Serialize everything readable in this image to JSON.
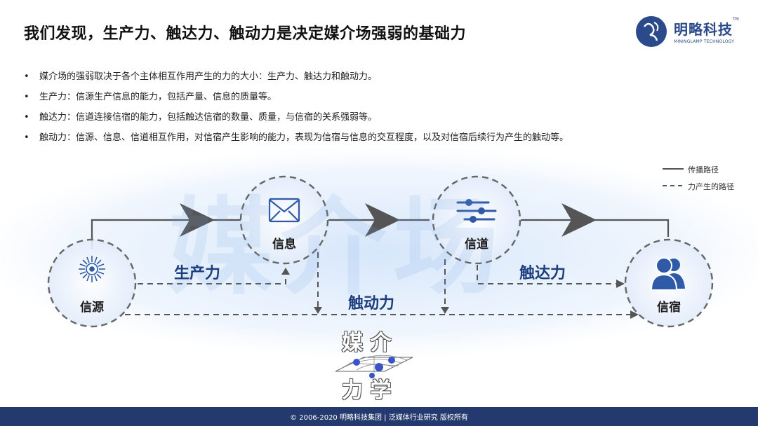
{
  "title": "我们发现，生产力、触达力、触动力是决定媒介场强弱的基础力",
  "logo": {
    "name": "明略科技",
    "sub": "MININGLAMP TECHNOLOGY",
    "tm": "TM"
  },
  "bullets": [
    "媒介场的强弱取决于各个主体相互作用产生的力的大小：生产力、触达力和触动力。",
    "生产力：信源生产信息的能力，包括产量、信息的质量等。",
    "触达力：信道连接信宿的能力，包括触达信宿的数量、质量，与信宿的关系强弱等。",
    "触动力：信源、信息、信道相互作用，对信宿产生影响的能力，表现为信宿与信息的交互程度，以及对信宿后续行为产生的触动等。"
  ],
  "bullet_marker": "•",
  "legend": {
    "solid": "传播路径",
    "dashed": "力产生的路径"
  },
  "nodes": {
    "source": "信源",
    "message": "信息",
    "channel": "信道",
    "receiver": "信宿"
  },
  "forces": {
    "production": "生产力",
    "reach": "触达力",
    "touch": "触动力"
  },
  "watermark": "媒介场",
  "mechanics": {
    "line1": "媒 介",
    "line2": "力 学"
  },
  "footer": "© 2006-2020 明略科技集团 | 泛媒体行业研究 版权所有",
  "colors": {
    "brand": "#2a4a8b",
    "footer": "#243a6e",
    "icon": "#2f5aa8"
  }
}
